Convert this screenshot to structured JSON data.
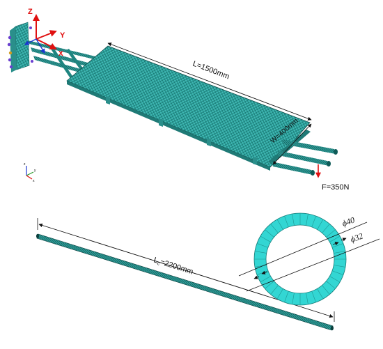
{
  "model": {
    "axes": {
      "z": "Z",
      "y": "Y",
      "x": "X"
    },
    "mini_triad": {
      "z": "z",
      "y": "y",
      "x": "x"
    },
    "length_label": "L=1500mm",
    "width_label": "W=400mm",
    "force_label": "F=350N"
  },
  "rod": {
    "length_label": "L",
    "length_subscript": "c",
    "length_value": "=2200mm"
  },
  "section": {
    "outer_label": "ϕ40",
    "inner_label": "ϕ32"
  },
  "colors": {
    "mesh": "#3fb7b2",
    "mesh_dark": "#0f5b58",
    "axis_red": "#e01010",
    "axis_blue": "#1a36d0",
    "ring": "#33d6d3"
  }
}
